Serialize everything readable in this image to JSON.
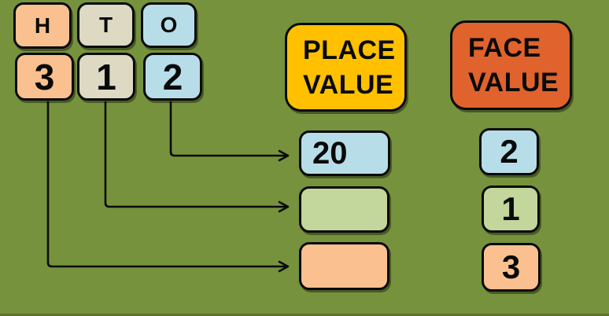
{
  "columns": [
    {
      "header": "H",
      "digit": "3"
    },
    {
      "header": "T",
      "digit": "1"
    },
    {
      "header": "O",
      "digit": "2"
    }
  ],
  "place_value": {
    "title_line1": "PLACE",
    "title_line2": "VALUE",
    "results": {
      "ones": "20",
      "tens": "",
      "hundreds": ""
    }
  },
  "face_value": {
    "title_line1": "FACE",
    "title_line2": "VALUE",
    "results": {
      "ones": "2",
      "tens": "1",
      "hundreds": "3"
    }
  },
  "colors": {
    "background": "#76923C",
    "bottom_edge": "#5E7230",
    "peach": "#FAC090",
    "tan": "#DDD9C3",
    "blue": "#B7DEE8",
    "green": "#C3D69B",
    "gold": "#FFC000",
    "orange_red": "#E0622D",
    "line": "#0A0A0A"
  }
}
